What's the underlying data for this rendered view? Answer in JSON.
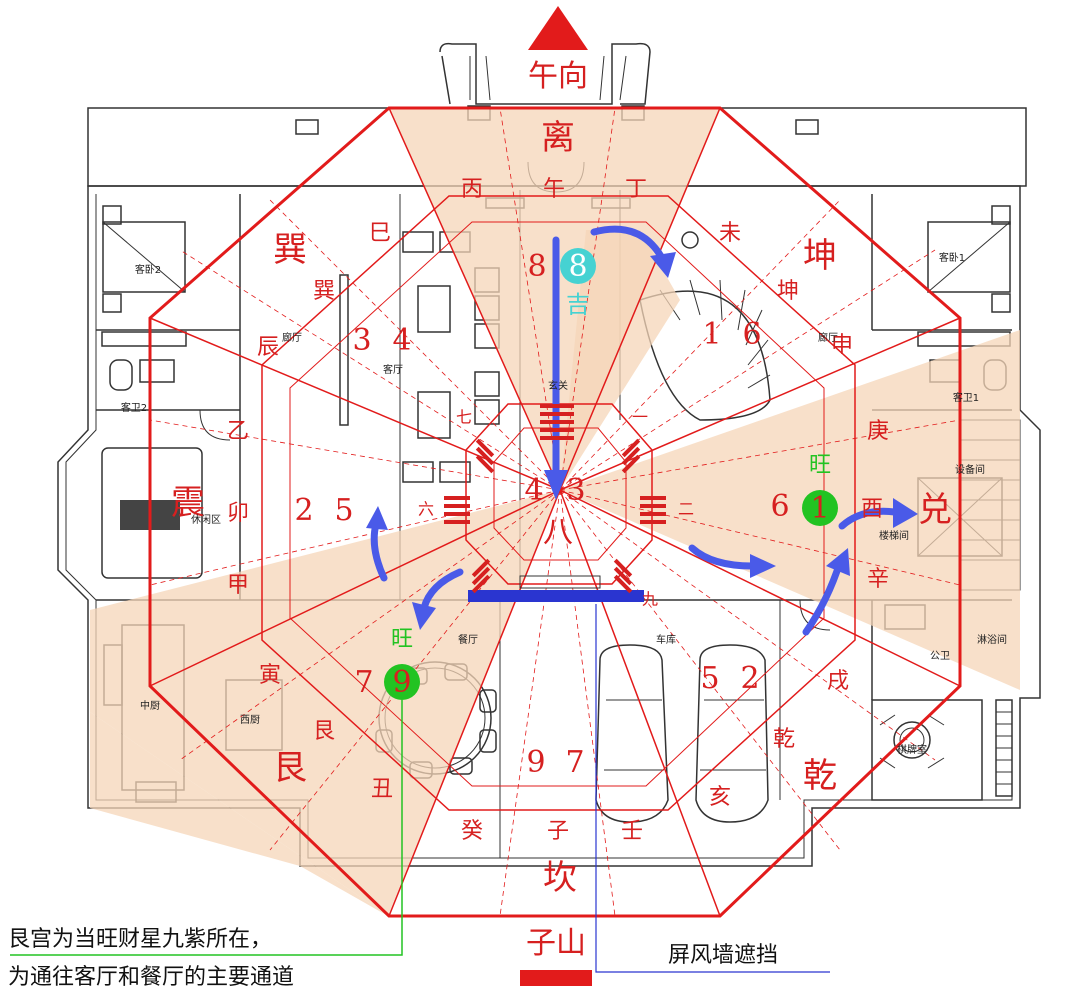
{
  "orientation": {
    "top_label": "午向",
    "bottom_label": "子山",
    "top_marker_color": "#e21b1b",
    "bottom_marker_color": "#e21b1b"
  },
  "trigrams": {
    "li": "离",
    "kun": "坤",
    "dui": "兑",
    "qian": "乾",
    "kan": "坎",
    "gen": "艮",
    "zhen": "震",
    "xun": "巽"
  },
  "mountains": {
    "bing": "丙",
    "wu": "午",
    "ding": "丁",
    "wei": "未",
    "kun": "坤",
    "shen": "申",
    "geng": "庚",
    "you": "酉",
    "xin": "辛",
    "xu": "戌",
    "qian": "乾",
    "hai": "亥",
    "ren": "壬",
    "zi": "子",
    "gui": "癸",
    "chou": "丑",
    "gen": "艮",
    "yin": "寅",
    "jia": "甲",
    "mao": "卯",
    "yi": "乙",
    "chen": "辰",
    "xun": "巽",
    "si": "巳"
  },
  "flying_stars": {
    "south": [
      "8",
      "8"
    ],
    "southwest": [
      "1",
      "6"
    ],
    "west": [
      "6",
      "1"
    ],
    "northwest": [
      "5",
      "2"
    ],
    "north": [
      "9",
      "7"
    ],
    "northeast": [
      "7",
      "9"
    ],
    "east": [
      "2",
      "5"
    ],
    "southeast": [
      "3",
      "4"
    ],
    "center": [
      "4",
      "3"
    ],
    "center_period": "八"
  },
  "annotations": {
    "auspicious": "吉",
    "prosperous_west": "旺",
    "prosperous_northeast": "旺"
  },
  "center_rings": {
    "inner_left_hexagram": "六",
    "inner_right_hexagram": "二",
    "inner_bottom_right": "九",
    "inner_top": "七",
    "inner_top_right": "一"
  },
  "rooms": {
    "guest_bedroom_2": "客卧2",
    "guest_bedroom_1": "客卧1",
    "guest_bath_2": "客卫2",
    "guest_bath_1": "客卫1",
    "corridor_left": "廊厅",
    "corridor_right": "廊厅",
    "living_room": "客厅",
    "entrance": "玄关",
    "leisure_area": "休闲区",
    "equipment_room": "设备间",
    "stairwell": "楼梯间",
    "public_bath": "公卫",
    "shower_room": "淋浴间",
    "dining_room": "餐厅",
    "garage": "车库",
    "middle_kitchen": "中厨",
    "western_kitchen": "西厨",
    "chess_room": "棋牌室"
  },
  "colors": {
    "octagon": "#e21b1b",
    "wedge_fill": "#f6d6b8",
    "arrow_blue": "#4a5ae8",
    "star_green": "#22c322",
    "teal_circle": "#46d2d2",
    "screen_wall": "#2a35d0"
  },
  "captions": {
    "left_line1": "艮宫为当旺财星九紫所在，",
    "left_line2": "为通往客厅和餐厅的主要通道",
    "right": "屏风墙遮挡"
  }
}
